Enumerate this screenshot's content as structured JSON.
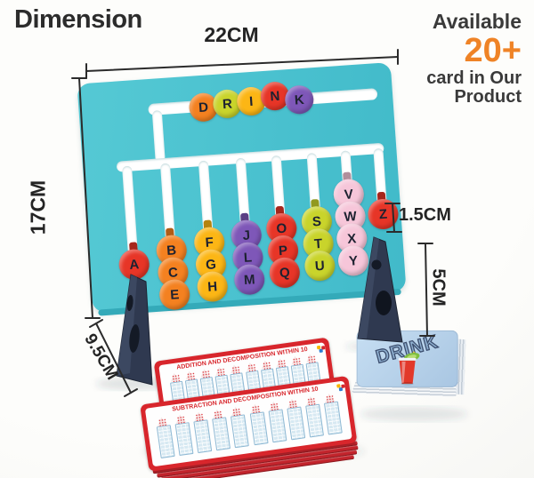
{
  "header": {
    "title": "Dimension"
  },
  "promo": {
    "line1": "Available",
    "count": "20+",
    "line2": "card in Our",
    "line3": "Product",
    "accent_color": "#ef8326"
  },
  "dims": {
    "width": "22CM",
    "height": "17CM",
    "bead": "1.5CM",
    "stand": "5CM",
    "base": "9.5CM"
  },
  "board": {
    "color": "#4ac1cf",
    "slot_color": "#ffffff",
    "word_beads": [
      {
        "letter": "D",
        "color": "#f48120"
      },
      {
        "letter": "R",
        "color": "#c9d42b"
      },
      {
        "letter": "I",
        "color": "#fcb615"
      },
      {
        "letter": "N",
        "color": "#e73527"
      },
      {
        "letter": "K",
        "color": "#7e57b8"
      }
    ],
    "columns": [
      {
        "color": "#e73527",
        "letters": [
          "A"
        ]
      },
      {
        "color": "#f48120",
        "letters": [
          "B",
          "C",
          "E"
        ]
      },
      {
        "color": "#fcb615",
        "letters": [
          "F",
          "G",
          "H"
        ]
      },
      {
        "color": "#7e57b8",
        "letters": [
          "J",
          "L",
          "M"
        ]
      },
      {
        "color": "#e73527",
        "letters": [
          "O",
          "P",
          "Q"
        ]
      },
      {
        "color": "#c9d42b",
        "letters": [
          "S",
          "T",
          "U"
        ]
      },
      {
        "color": "#f6c6d9",
        "letters": [
          "V",
          "W",
          "X",
          "Y"
        ]
      },
      {
        "color": "#e73527",
        "letters": [
          "Z"
        ]
      }
    ]
  },
  "stand_color": "#2f3950",
  "cards": {
    "border_color": "#d8262c",
    "back_title": "ADDITION AND DECOMPOSITION WITHIN 10",
    "front_title": "SUBTRACTION AND DECOMPOSITION WITHIN 10"
  },
  "drink_stack": {
    "label": "DRINK",
    "card_color": "#b9d3ea"
  }
}
